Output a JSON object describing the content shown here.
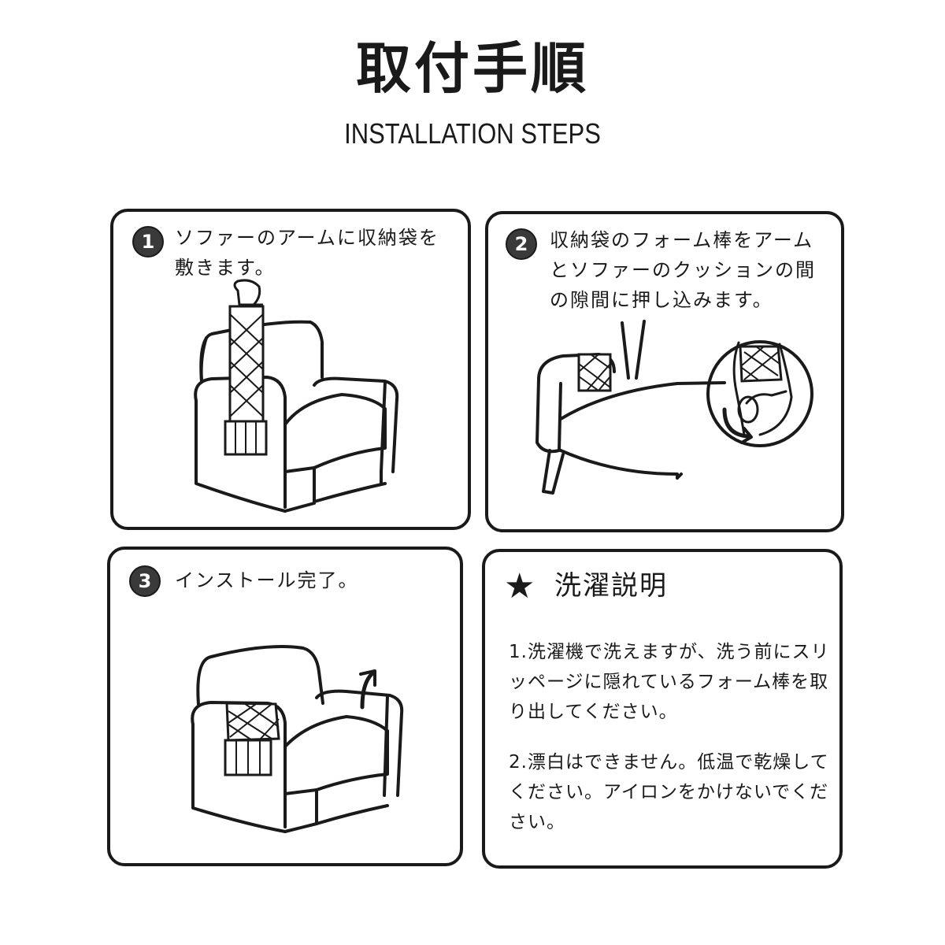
{
  "header": {
    "title": "取付手順",
    "subtitle": "INSTALLATION STEPS"
  },
  "steps": [
    {
      "number": "1",
      "text": "ソファーのアームに収納袋を敷きます。"
    },
    {
      "number": "2",
      "text": "収納袋のフォーム棒をアームとソファーのクッションの間の隙間に押し込みます。"
    },
    {
      "number": "3",
      "text": "インストール完了。"
    }
  ],
  "washing": {
    "title": "洗濯説明",
    "items": [
      "1.洗濯機で洗えますが、洗う前にスリッページに隠れているフォーム棒を取り出してください。",
      "2.漂白はできません。低温で乾燥してください。アイロンをかけないでください。"
    ]
  },
  "colors": {
    "ink": "#1a1a1a",
    "badge": "#3a3a3a",
    "background": "#ffffff"
  }
}
